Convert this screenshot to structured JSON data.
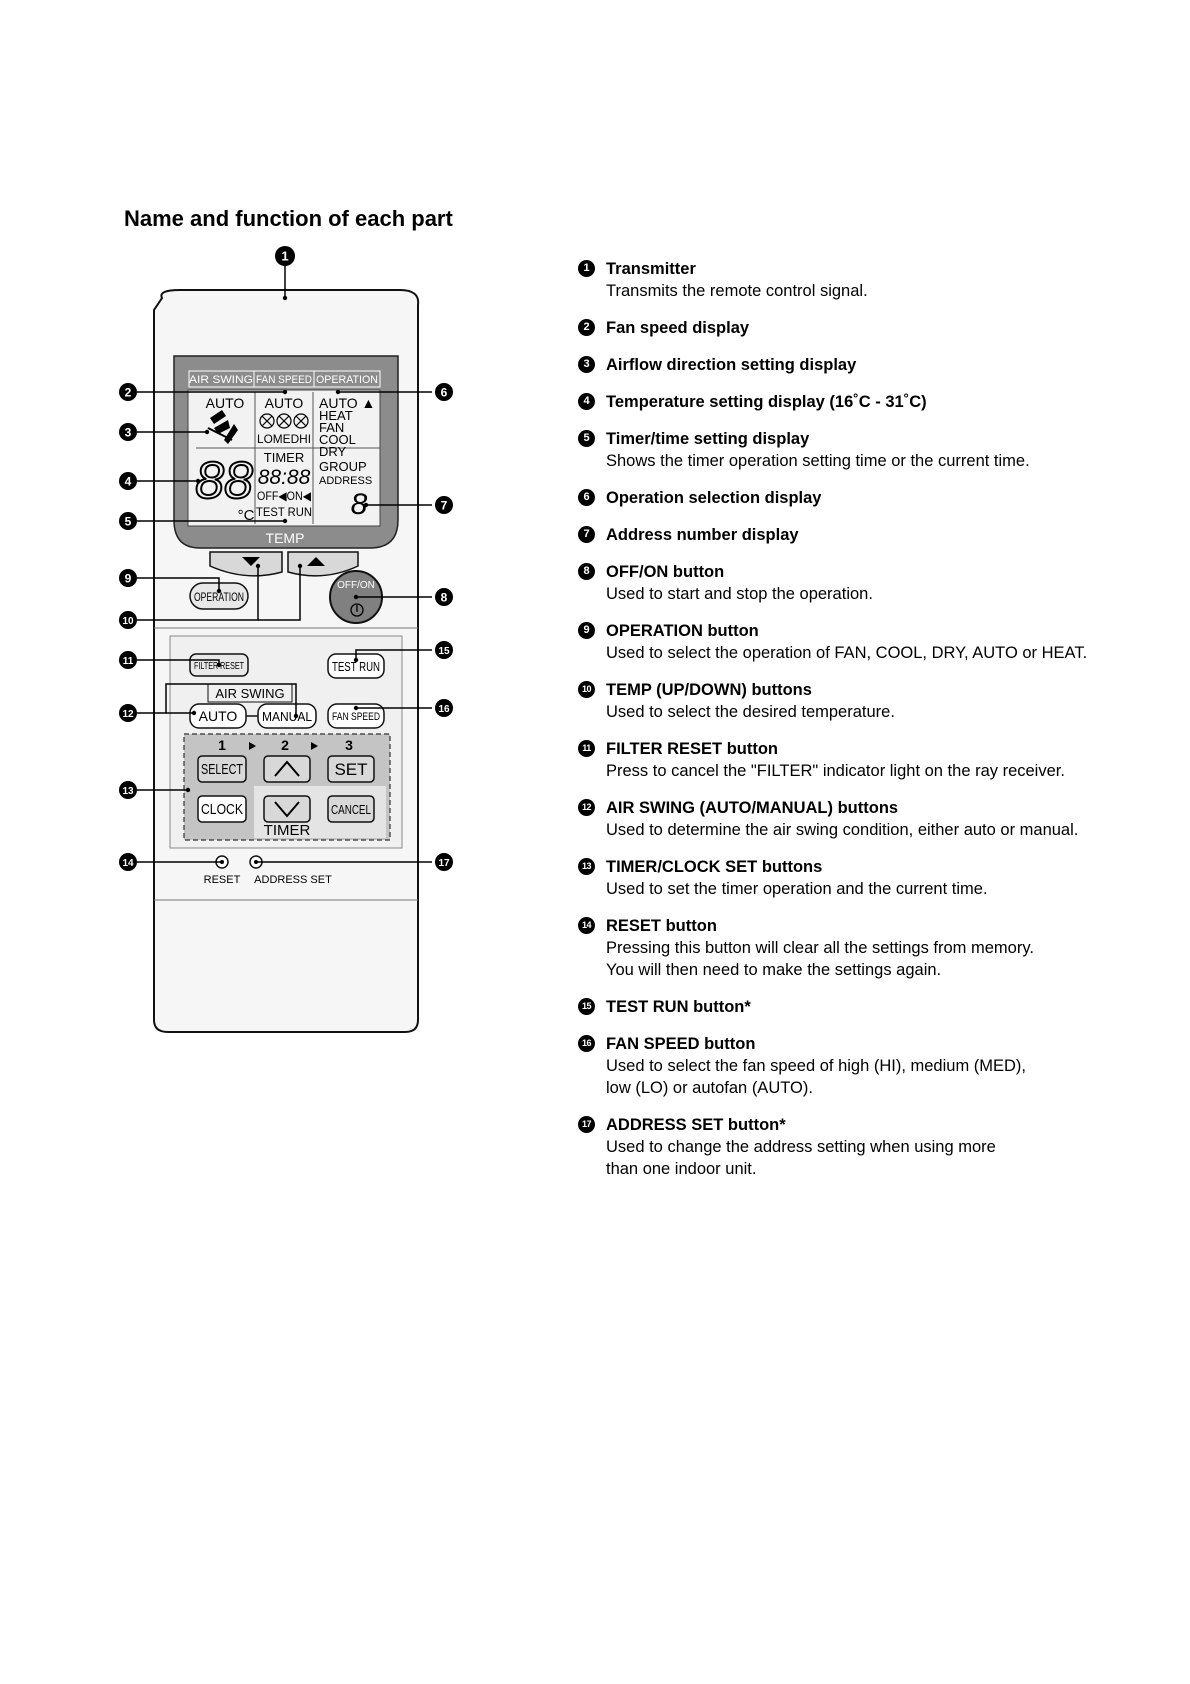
{
  "title": "Name and function of each part",
  "remote": {
    "header": {
      "air_swing": "AIR SWING",
      "fan_speed": "FAN SPEED",
      "operation": "OPERATION"
    },
    "display": {
      "auto_swing": "AUTO",
      "auto_fan": "AUTO",
      "fan_levels": "LOMEDHI",
      "timer_label": "TIMER",
      "timer_digits": "88:88",
      "off_on": "OFF◀ON◀",
      "test_run": "TEST RUN",
      "temp_digits": "88",
      "degree_c": "°C",
      "modes": [
        "AUTO ▲",
        "HEAT",
        "FAN",
        "COOL",
        "DRY"
      ],
      "group": "GROUP",
      "address": "ADDRESS",
      "address_digit": "8",
      "temp_bar": "TEMP"
    },
    "buttons": {
      "off_on": "OFF/ON",
      "operation": "OPERATION",
      "filter_reset": "FILTER RESET",
      "test_run": "TEST RUN",
      "air_swing_label": "AIR SWING",
      "auto": "AUTO",
      "manual": "MANUAL",
      "fan_speed": "FAN SPEED",
      "steps": [
        "1",
        "2",
        "3"
      ],
      "select": "SELECT",
      "set": "SET",
      "clock": "CLOCK",
      "cancel": "CANCEL",
      "timer": "TIMER",
      "reset": "RESET",
      "address_set": "ADDRESS SET"
    }
  },
  "callout_numbers": [
    "1",
    "2",
    "3",
    "4",
    "5",
    "6",
    "7",
    "8",
    "9",
    "10",
    "11",
    "12",
    "13",
    "14",
    "15",
    "16",
    "17"
  ],
  "legend": [
    {
      "num": "1",
      "title": "Transmitter",
      "desc": "Transmits the remote control signal."
    },
    {
      "num": "2",
      "title": "Fan speed display",
      "desc": ""
    },
    {
      "num": "3",
      "title": "Airflow direction setting display",
      "desc": ""
    },
    {
      "num": "4",
      "title": "Temperature setting display (16˚C - 31˚C)",
      "desc": ""
    },
    {
      "num": "5",
      "title": "Timer/time setting display",
      "desc": "Shows the timer operation setting time or the current time."
    },
    {
      "num": "6",
      "title": "Operation selection display",
      "desc": ""
    },
    {
      "num": "7",
      "title": "Address number display",
      "desc": ""
    },
    {
      "num": "8",
      "title": "OFF/ON button",
      "desc": "Used to start and stop the operation."
    },
    {
      "num": "9",
      "title": "OPERATION button",
      "desc": "Used to select the operation of FAN, COOL, DRY, AUTO or HEAT."
    },
    {
      "num": "10",
      "title": "TEMP (UP/DOWN) buttons",
      "desc": "Used to select the desired temperature."
    },
    {
      "num": "11",
      "title": "FILTER RESET button",
      "desc": "Press to cancel the \"FILTER\" indicator light on the ray receiver."
    },
    {
      "num": "12",
      "title": "AIR SWING (AUTO/MANUAL) buttons",
      "desc": "Used to determine the air swing condition, either auto or manual."
    },
    {
      "num": "13",
      "title": "TIMER/CLOCK SET buttons",
      "desc": "Used to set the timer operation and the current time."
    },
    {
      "num": "14",
      "title": "RESET button",
      "desc": "Pressing this button will clear all the settings from memory.\nYou will then need to make the settings again."
    },
    {
      "num": "15",
      "title": "TEST RUN button*",
      "desc": ""
    },
    {
      "num": "16",
      "title": "FAN SPEED button",
      "desc": "Used to select the fan speed of high (HI), medium (MED),\nlow (LO) or autofan (AUTO)."
    },
    {
      "num": "17",
      "title": "ADDRESS SET button*",
      "desc": "Used to change the address setting when using more\nthan one indoor unit."
    }
  ]
}
